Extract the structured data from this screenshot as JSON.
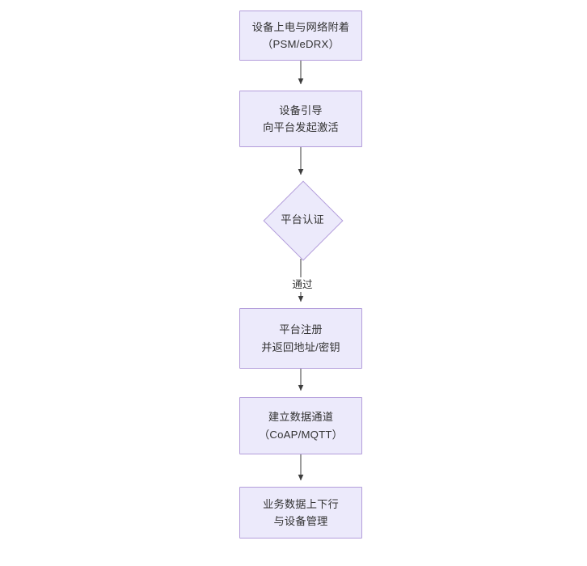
{
  "diagram": {
    "type": "flowchart",
    "orientation": "top-to-bottom",
    "background_color": "#ffffff",
    "node_fill_color": "#eceafb",
    "node_border_color": "#b39ddb",
    "text_color": "#333333",
    "edge_color": "#4d4d4d",
    "nodes": [
      {
        "id": "n1",
        "shape": "rectangle",
        "text": "设备上电与网络附着\n（PSM/eDRX）"
      },
      {
        "id": "n2",
        "shape": "rectangle",
        "text": "设备引导\n向平台发起激活"
      },
      {
        "id": "n3",
        "shape": "diamond",
        "text": "平台认证"
      },
      {
        "id": "n4",
        "shape": "rectangle",
        "text": "平台注册\n并返回地址/密钥"
      },
      {
        "id": "n5",
        "shape": "rectangle",
        "text": "建立数据通道\n（CoAP/MQTT）"
      },
      {
        "id": "n6",
        "shape": "rectangle",
        "text": "业务数据上下行\n与设备管理"
      }
    ],
    "edges": [
      {
        "from": "n1",
        "to": "n2",
        "label": ""
      },
      {
        "from": "n2",
        "to": "n3",
        "label": ""
      },
      {
        "from": "n3",
        "to": "n4",
        "label": "通过"
      },
      {
        "from": "n4",
        "to": "n5",
        "label": ""
      },
      {
        "from": "n5",
        "to": "n6",
        "label": ""
      }
    ]
  }
}
